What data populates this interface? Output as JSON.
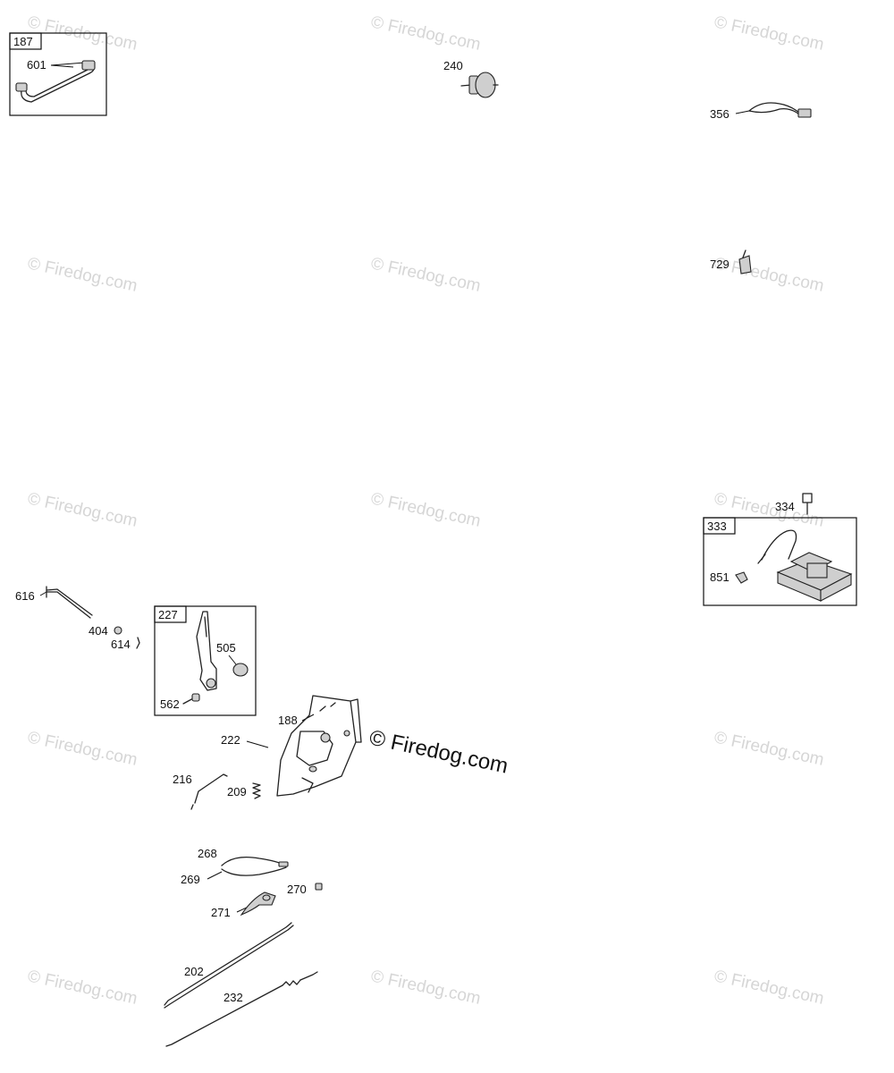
{
  "watermark": {
    "text": "Firedog.com",
    "symbol": "©",
    "main_text": "© Firedog.com"
  },
  "boxes": {
    "b187": "187",
    "b227": "227",
    "b333": "333"
  },
  "labels": {
    "p601": "601",
    "p240": "240",
    "p356": "356",
    "p729": "729",
    "p334": "334",
    "p851": "851",
    "p616": "616",
    "p404": "404",
    "p614": "614",
    "p505": "505",
    "p562": "562",
    "p188": "188",
    "p222": "222",
    "p216": "216",
    "p209": "209",
    "p268": "268",
    "p269": "269",
    "p270": "270",
    "p271": "271",
    "p202": "202",
    "p232": "232"
  }
}
